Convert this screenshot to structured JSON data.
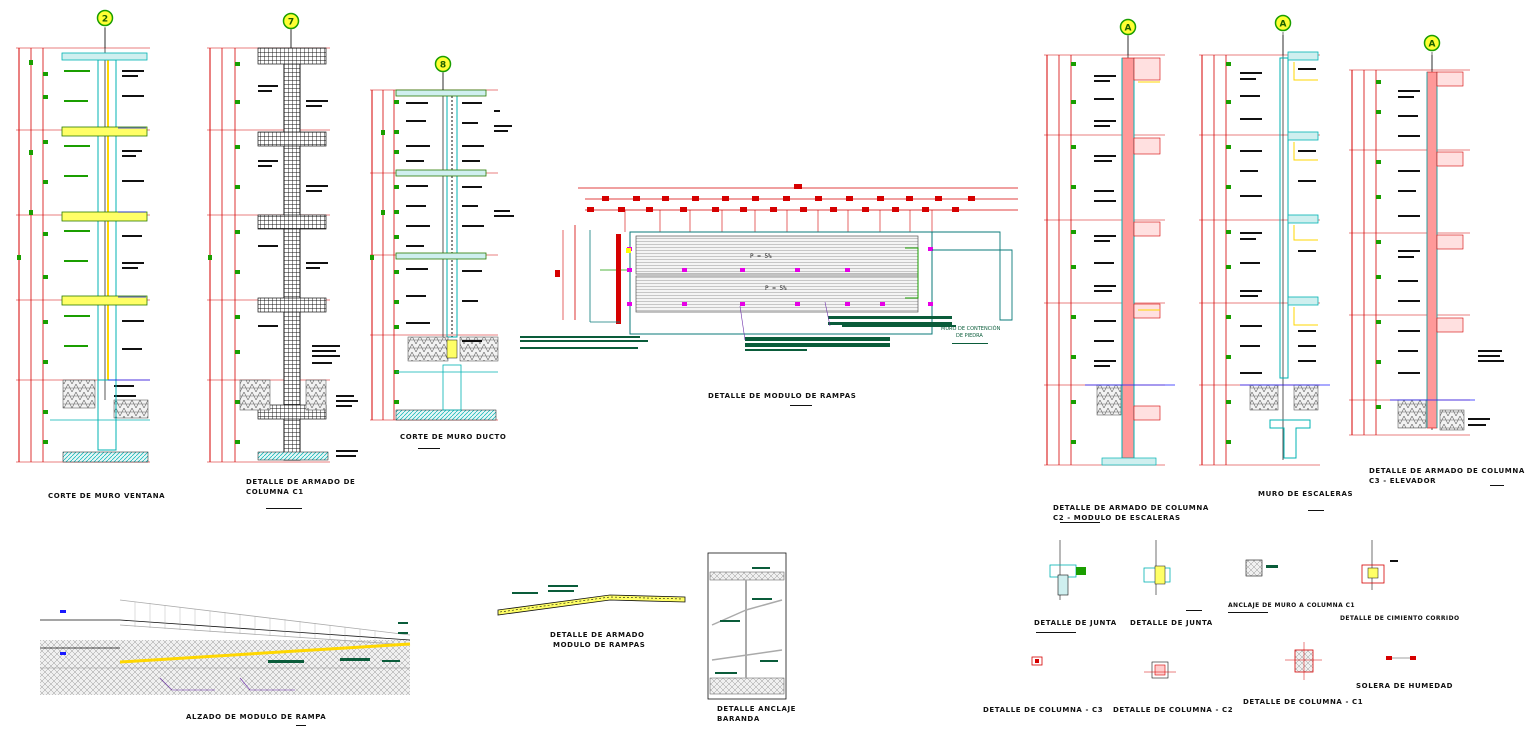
{
  "sheet": {
    "background": "#ffffff",
    "colors": {
      "dim_line": "#d60000",
      "concrete": "#00b3b3",
      "rebar": "#111111",
      "grid": "#1a9e00",
      "section_fill": "#ffff66",
      "note_bar": "#0a5c3a",
      "level_mark": "#1a1aff",
      "soil": "#777777",
      "magenta": "#e600e6"
    }
  },
  "axis_markers": [
    "2",
    "7",
    "8",
    "A",
    "A",
    "A"
  ],
  "titles": {
    "corte_muro_ventana": "CORTE DE MURO VENTANA",
    "detalle_armado_c1_l1": "DETALLE DE ARMADO DE",
    "detalle_armado_c1_l2": "COLUMNA C1",
    "corte_muro_ducto": "CORTE DE MURO DUCTO",
    "modulo_rampas": "DETALLE DE MODULO DE RAMPAS",
    "muro_contencion_l1": "MURO DE CONTENCIÓN",
    "muro_contencion_l2": "DE PIEDRA",
    "c2_l1": "DETALLE DE ARMADO DE COLUMNA",
    "c2_l2": "C2 - MODULO DE ESCALERAS",
    "muro_escaleras": "MURO DE ESCALERAS",
    "c3_l1": "DETALLE DE ARMADO DE COLUMNA",
    "c3_l2": "C3 - ELEVADOR",
    "alzado_rampa": "ALZADO DE MODULO DE RAMPA",
    "armado_rampas_l1": "DETALLE DE ARMADO",
    "armado_rampas_l2": "MODULO DE RAMPAS",
    "anclaje_l1": "DETALLE ANCLAJE",
    "anclaje_l2": "BARANDA",
    "junta_1": "DETALLE DE JUNTA",
    "junta_2": "DETALLE DE JUNTA",
    "anclaje_c1": "ANCLAJE DE MURO A COLUMNA C1",
    "cimiento_corrido": "DETALLE DE CIMIENTO CORRIDO",
    "columna_c3": "DETALLE DE COLUMNA - C3",
    "columna_c2": "DETALLE DE COLUMNA - C2",
    "columna_c1": "DETALLE DE COLUMNA - C1",
    "solera_humedad": "SOLERA DE HUMEDAD"
  },
  "ramp": {
    "slope_upper": "P = 5%",
    "slope_lower": "P = 5%"
  }
}
